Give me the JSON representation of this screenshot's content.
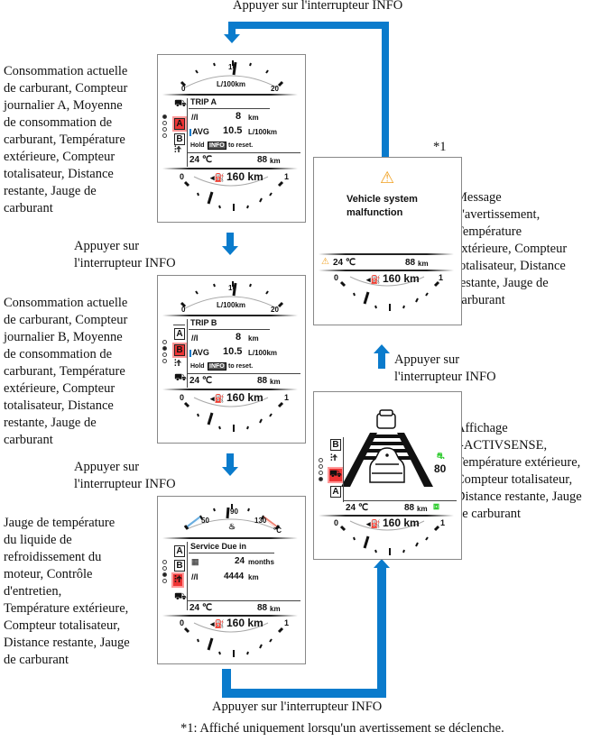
{
  "arrows": {
    "press_info": "Appuyer sur l'interrupteur INFO",
    "press_info_two_line": "Appuyer sur\nl'interrupteur INFO"
  },
  "colors": {
    "arrow": "#0a7bcc",
    "highlight": "#e33333",
    "warning": "#f0a020",
    "assist": "#33cc33"
  },
  "descriptions": {
    "trip_a": "Consommation actuelle\nde carburant, Compteur\njournalier A, Moyenne\nde consommation de\ncarburant, Température\nextérieure, Compteur\ntotalisateur, Distance\nrestante, Jauge de\ncarburant",
    "trip_b": "Consommation actuelle\nde carburant, Compteur\njournalier B, Moyenne\nde consommation de\ncarburant, Température\nextérieure, Compteur\ntotalisateur, Distance\nrestante, Jauge de\ncarburant",
    "service": "Jauge de température\ndu liquide de\nrefroidissement du\nmoteur, Contrôle\nd'entretien,\nTempérature extérieure,\nCompteur totalisateur,\nDistance restante, Jauge\nde carburant",
    "warning": "Message\nd'avertissement,\nTempérature\nextérieure, Compteur\ntotalisateur, Distance\nrestante, Jauge de\ncarburant",
    "activsense": "Affichage\ni-ACTIVSENSE,\nTempérature extérieure,\nCompteur totalisateur,\nDistance restante, Jauge\nde carburant"
  },
  "footnote_marker": "*1",
  "footnote": "*1: Affiché uniquement lorsqu'un avertissement se déclenche.",
  "common": {
    "outside_temp": "24 ℃",
    "odometer_value": "88",
    "odometer_unit": "km",
    "range_value": "160 km",
    "fuel_gauge_min": "0",
    "fuel_gauge_max": "1"
  },
  "fuel_consumption_gauge": {
    "min": "0",
    "mid": "10",
    "max": "20",
    "unit": "L/100km"
  },
  "coolant_gauge": {
    "low": "50",
    "mid": "90",
    "high": "130",
    "unit": "°C"
  },
  "trip_a": {
    "title": "TRIP A",
    "distance_value": "8",
    "distance_unit": "km",
    "avg_label": "AVG",
    "avg_value": "10.5",
    "avg_unit": "L/100km",
    "hold": "Hold",
    "info_key": "INFO",
    "to_reset": "to reset.",
    "tabs": [
      "A",
      "B"
    ]
  },
  "trip_b": {
    "title": "TRIP B",
    "distance_value": "8",
    "distance_unit": "km",
    "avg_label": "AVG",
    "avg_value": "10.5",
    "avg_unit": "L/100km",
    "hold": "Hold",
    "info_key": "INFO",
    "to_reset": "to reset.",
    "tabs": [
      "A",
      "B"
    ]
  },
  "service": {
    "title": "Service Due in",
    "months_value": "24",
    "months_unit": "months",
    "km_value": "4444",
    "km_unit": "km",
    "tabs": [
      "A",
      "B"
    ]
  },
  "warning_screen": {
    "message_line1": "Vehicle system",
    "message_line2": "malfunction"
  },
  "activsense": {
    "speed_limit": "80",
    "tabs": [
      "B",
      "A"
    ]
  }
}
